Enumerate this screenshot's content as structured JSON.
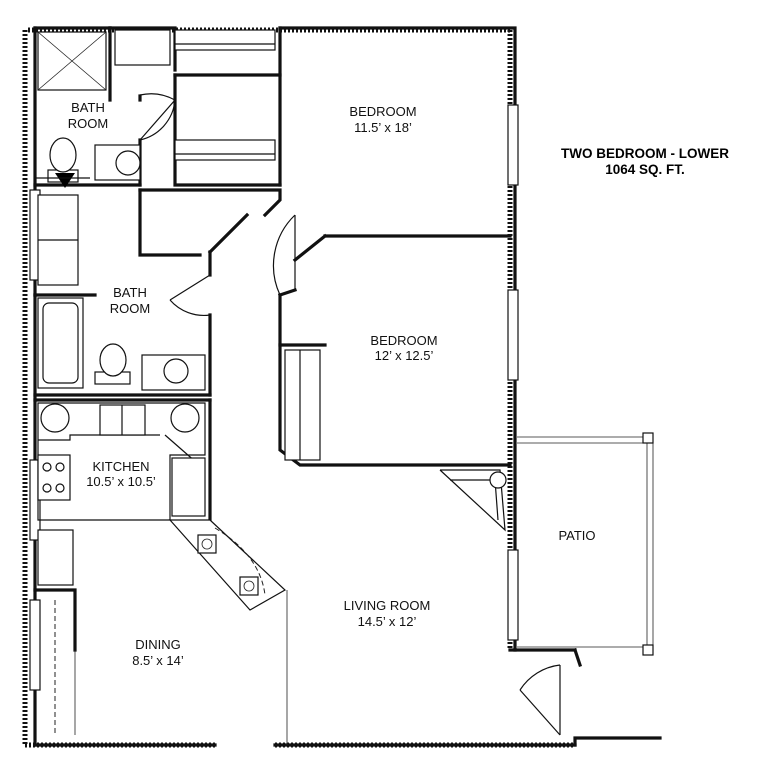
{
  "plan": {
    "title": "TWO BEDROOM - LOWER",
    "area": "1064 SQ. FT.",
    "rooms": [
      {
        "id": "bath1",
        "name_lines": [
          "BATH",
          "ROOM"
        ],
        "dims": ""
      },
      {
        "id": "bedroom1",
        "name_lines": [
          "BEDROOM"
        ],
        "dims": "11.5’ x 18’"
      },
      {
        "id": "bath2",
        "name_lines": [
          "BATH",
          "ROOM"
        ],
        "dims": ""
      },
      {
        "id": "bedroom2",
        "name_lines": [
          "BEDROOM"
        ],
        "dims": "12’ x 12.5’"
      },
      {
        "id": "kitchen",
        "name_lines": [
          "KITCHEN"
        ],
        "dims": "10.5’ x 10.5’"
      },
      {
        "id": "dining",
        "name_lines": [
          "DINING"
        ],
        "dims": "8.5’ x 14’"
      },
      {
        "id": "living",
        "name_lines": [
          "LIVING ROOM"
        ],
        "dims": "14.5’ x 12’"
      },
      {
        "id": "patio",
        "name_lines": [
          "PATIO"
        ],
        "dims": ""
      }
    ]
  }
}
